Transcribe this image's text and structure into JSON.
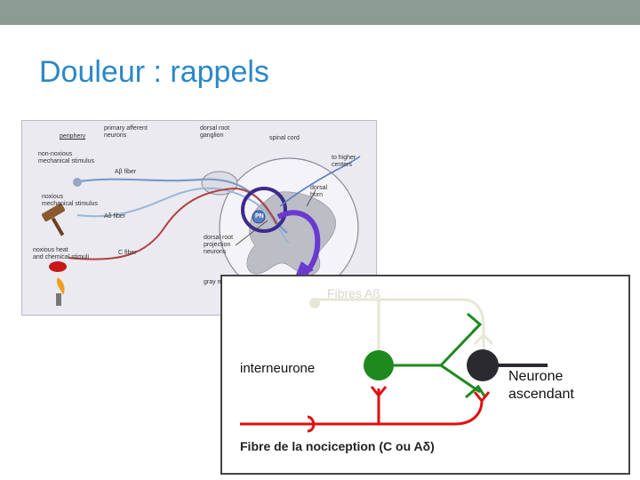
{
  "slide": {
    "title": "Douleur : rappels"
  },
  "anatomy_figure": {
    "labels": {
      "periphery": "periphery",
      "primary_afferent": "primary afferent\nneurons",
      "dorsal_root_ganglion": "dorsal root\nganglion",
      "spinal_cord": "spinal cord",
      "to_higher_centers": "to higher\ncenters",
      "non_noxious": "non-noxious\nmechanical stimulus",
      "ab_fiber": "Aβ fiber",
      "noxious_mech": "noxious\nmechanical stimulus",
      "ad_fiber": "Aδ fiber",
      "noxious_heat": "noxious heat\nand chemical stimuli",
      "c_fiber": "C fiber",
      "dorsal_horn": "dorsal\nhorn",
      "dorsal_root_projection": "dorsal root\nprojection\nneurons",
      "gray_matter": "gray m",
      "pn": "PN"
    }
  },
  "circuit": {
    "fibres_label": "Fibres Aß",
    "interneurone_label": "interneurone",
    "nociception_label": "Fibre de la nociception (C ou Aδ)",
    "neurone_label": "Neurone\nascendant",
    "colors": {
      "fibres_ab": "#e8e6d6",
      "interneurone": "#1e8a1e",
      "nociception": "#e01010",
      "ascending": "#2a2a30"
    }
  }
}
